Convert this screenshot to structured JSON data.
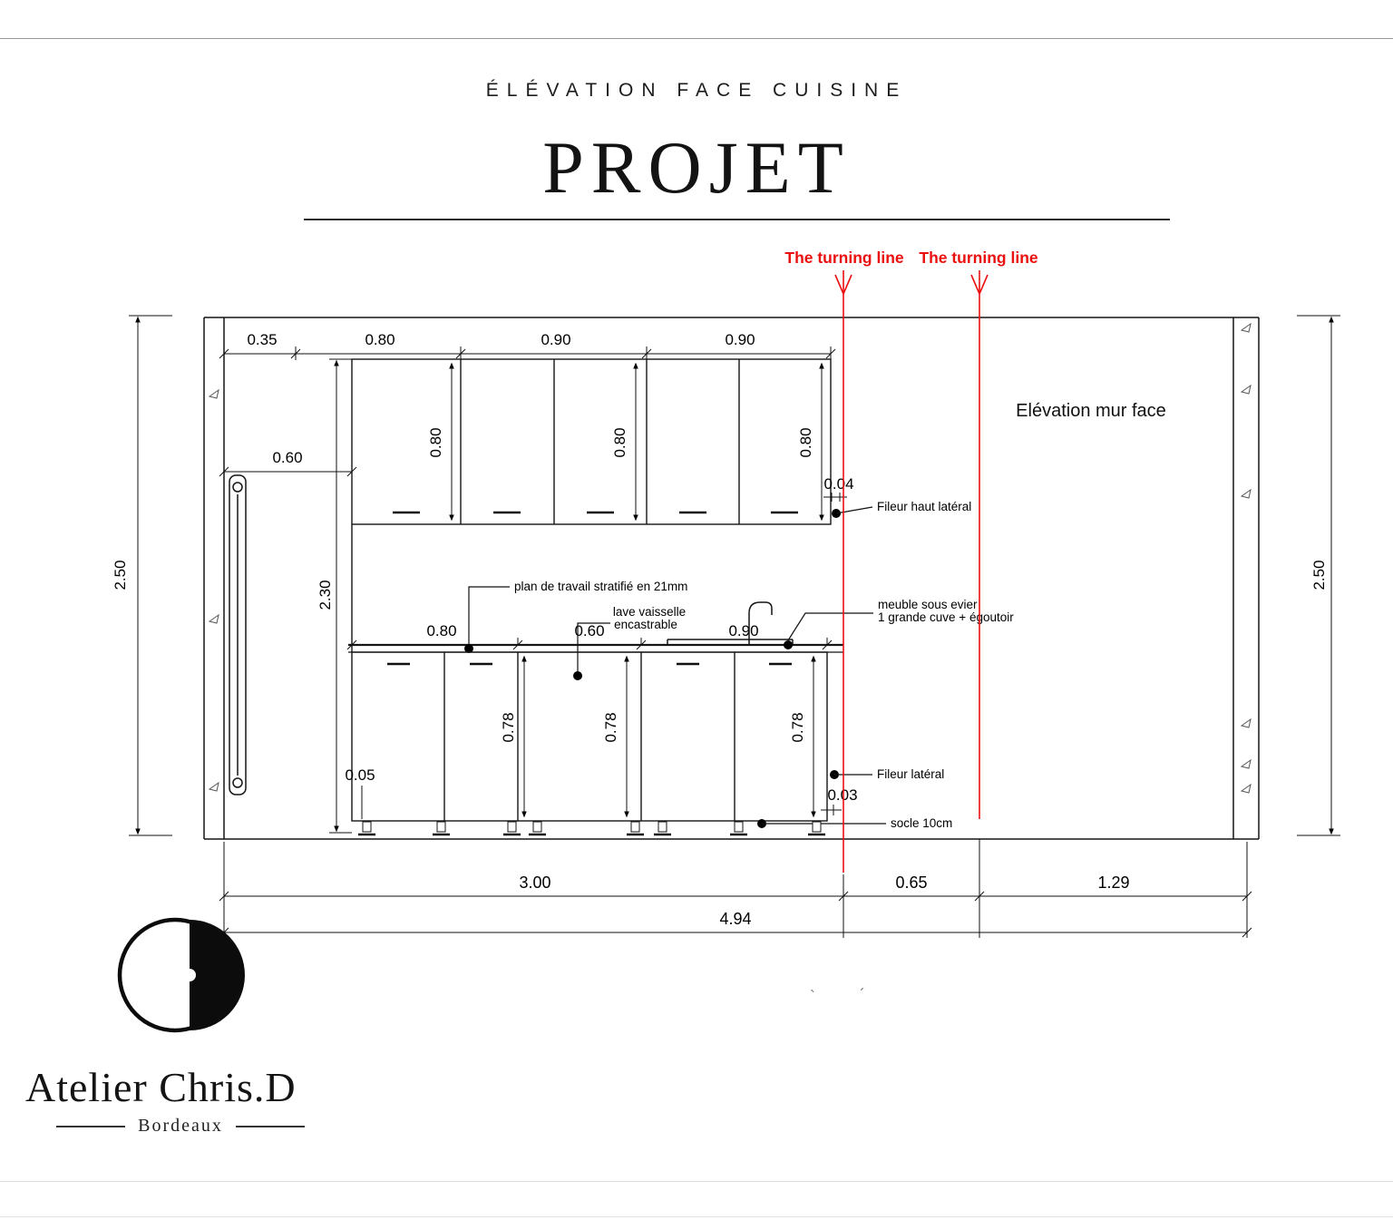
{
  "header": {
    "subtitle": "ÉLÉVATION FACE CUISINE",
    "title": "PROJET"
  },
  "turning": {
    "label_left": "The turning line",
    "label_right": "The turning line",
    "color": "#ea1010"
  },
  "elevation": {
    "wall_face_label": "Elévation mur face",
    "dims": {
      "top_widths": [
        "0.35",
        "0.80",
        "0.90",
        "0.90"
      ],
      "height_left": "2.50",
      "height_right": "2.50",
      "run_height": "2.30",
      "left_clearance": "0.60",
      "upper_cabinet_heights": [
        "0.80",
        "0.80",
        "0.80"
      ],
      "top_filler": "0.04",
      "base_widths": [
        "0.80",
        "0.60",
        "0.90"
      ],
      "base_heights": [
        "0.78",
        "0.78",
        "0.78"
      ],
      "plinth_recess": "0.05",
      "side_filler": "0.03",
      "bottom_widths": [
        "3.00",
        "0.65",
        "1.29"
      ],
      "total_width": "4.94"
    },
    "callouts": {
      "worktop": "plan de travail stratifié en 21mm",
      "dishwasher_1": "lave vaisselle",
      "dishwasher_2": "encastrable",
      "sink_unit_1": "meuble sous evier",
      "sink_unit_2": "1 grande cuve + égoutoir",
      "top_filler_label": "Fileur haut latéral",
      "side_filler_label": "Fileur latéral",
      "plinth_label": "socle 10cm"
    },
    "stray_left": "`",
    "stray_right": "´"
  },
  "brand": {
    "name": "Atelier Chris.D",
    "city": "Bordeaux"
  }
}
